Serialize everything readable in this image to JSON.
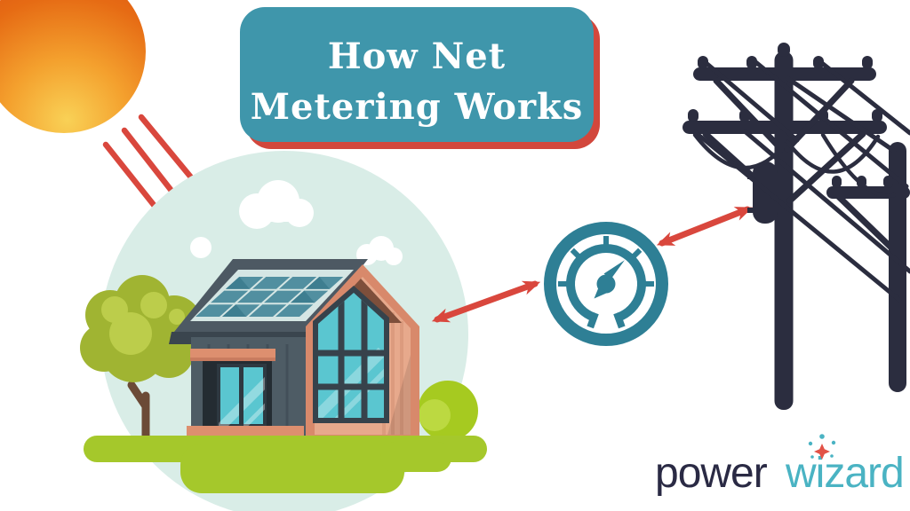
{
  "title": {
    "line1": "How Net",
    "line2": "Metering Works",
    "box_color": "#3F96AB",
    "shadow_color": "#D2473C",
    "text_color": "#FFFFFF"
  },
  "logo": {
    "word1": "power",
    "word2": "wizard",
    "word1_color": "#2A2A44",
    "word2_color": "#4AB3C3",
    "sparkle_color": "#E25247"
  },
  "palette": {
    "arrow_red": "#D9473D",
    "sun_inner": "#F9D156",
    "sun_outer": "#DD5512",
    "scene_circle_mint": "#D9EDE7",
    "ground_green": "#A5C82B",
    "tree_green": "#A0B432",
    "tree_highlight": "#BCCD4B",
    "bush_green": "#A6CA20",
    "bush_highlight": "#BCD941",
    "house_slate": "#4E5C65",
    "house_roof": "#4D5963",
    "house_fascia": "#3A454E",
    "trim_salmon": "#D8896B",
    "wood_light": "#E7A98C",
    "wood_dark": "#7E4F3B",
    "glass_teal": "#5AC6D0",
    "window_frame": "#37424B",
    "solar_cell": "#518FA0",
    "meter_teal": "#2E7F95",
    "pole_navy": "#2B2D3F"
  },
  "icons": {
    "sun": "sun-icon",
    "sunlight": "sun-ray-arrow-icon",
    "meter": "gauge-meter-icon",
    "grid": "utility-pole-icon",
    "flow_arrows": "double-headed-arrow-icon",
    "sparkle": "wizard-sparkle-icon"
  }
}
